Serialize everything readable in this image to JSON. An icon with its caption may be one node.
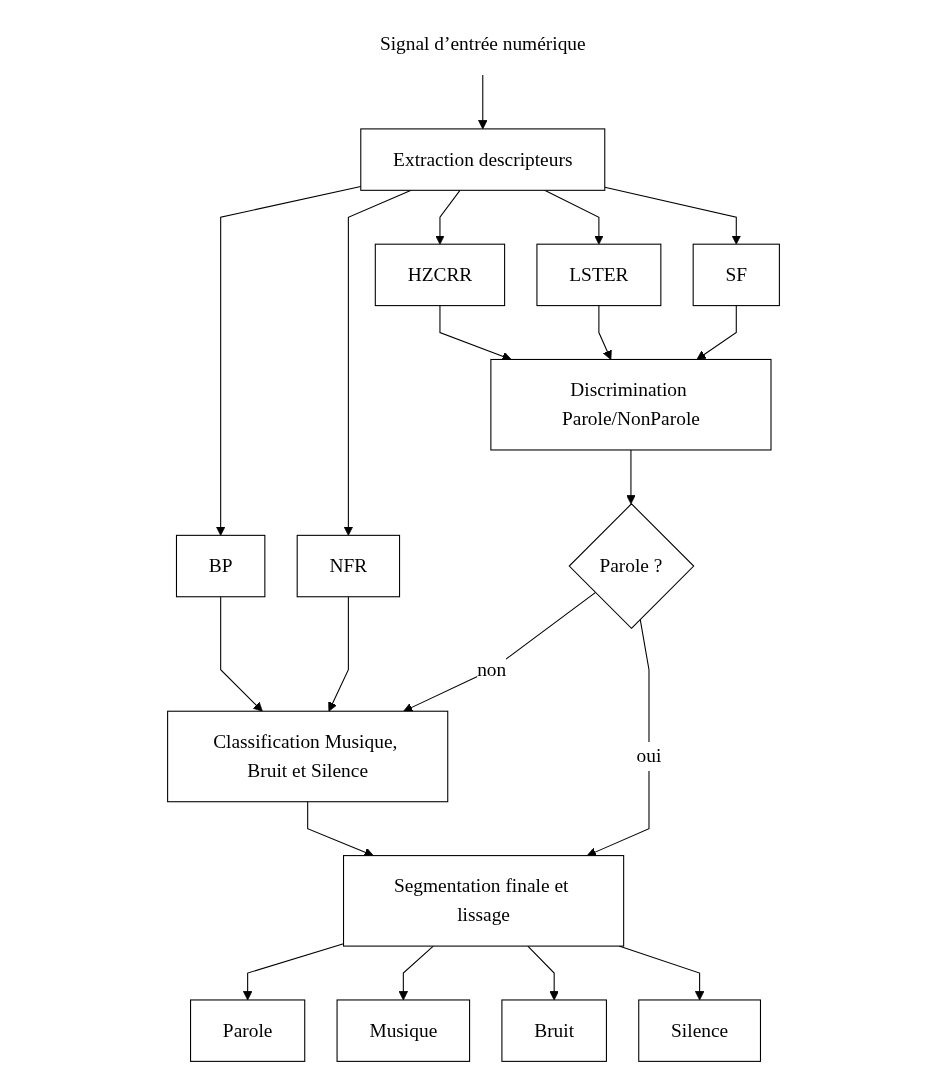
{
  "diagram": {
    "nodes": [
      {
        "text": [
          "Signal d’entrée numérique"
        ]
      },
      {
        "text": [
          "Extraction descripteurs"
        ]
      },
      {
        "text": [
          "HZCRR"
        ]
      },
      {
        "text": [
          "LSTER"
        ]
      },
      {
        "text": [
          "SF"
        ]
      },
      {
        "text": [
          "BP"
        ]
      },
      {
        "text": [
          "NFR"
        ]
      },
      {
        "text": [
          "Discrimination Parole/NonParole"
        ]
      },
      {
        "text": [
          "Classification Musique, Bruit et Silence"
        ]
      },
      {
        "text": [
          "Parole ?"
        ]
      },
      {
        "text": [
          "Segmentation finale et lissage"
        ]
      },
      {
        "text": [
          "Parole"
        ]
      },
      {
        "text": [
          "Musique"
        ]
      },
      {
        "text": [
          "Bruit"
        ]
      },
      {
        "text": [
          "Silence"
        ]
      }
    ],
    "edges": [
      {
        "from": 0,
        "to": 1,
        "arrow": "to"
      },
      {
        "from": 1,
        "to": 2,
        "arrow": "to"
      },
      {
        "from": 1,
        "to": 3,
        "arrow": "to"
      },
      {
        "from": 1,
        "to": 4,
        "arrow": "to"
      },
      {
        "from": 1,
        "to": 5,
        "arrow": "to"
      },
      {
        "from": 1,
        "to": 6,
        "arrow": "to"
      },
      {
        "from": 2,
        "to": 7,
        "arrow": "to"
      },
      {
        "from": 3,
        "to": 7,
        "arrow": "to"
      },
      {
        "from": 4,
        "to": 7,
        "arrow": "to"
      },
      {
        "from": 5,
        "to": 8,
        "arrow": "to"
      },
      {
        "from": 6,
        "to": 8,
        "arrow": "to"
      },
      {
        "from": 7,
        "to": 9,
        "arrow": "to"
      },
      {
        "from": 9,
        "to": 8,
        "label": "non",
        "arrow": "to"
      },
      {
        "from": 8,
        "to": 10,
        "arrow": "to"
      },
      {
        "from": 9,
        "to": 10,
        "label": "oui",
        "arrow": "to"
      },
      {
        "from": 10,
        "to": 11,
        "arrow": "to"
      },
      {
        "from": 10,
        "to": 12,
        "arrow": "to"
      },
      {
        "from": 10,
        "to": 13,
        "arrow": "to"
      },
      {
        "from": 10,
        "to": 14,
        "arrow": "to"
      }
    ]
  }
}
